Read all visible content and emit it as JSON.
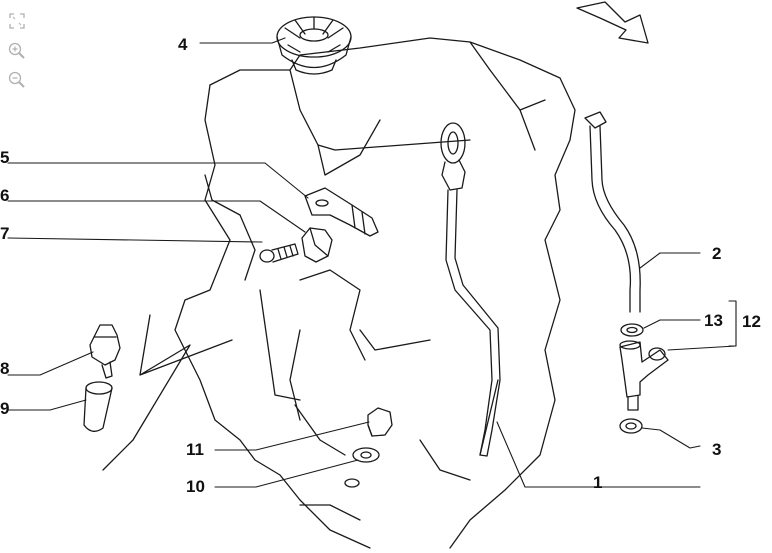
{
  "toolbar": {
    "fit_icon": "fit-to-screen-icon",
    "zoom_in_icon": "zoom-in-icon",
    "zoom_out_icon": "zoom-out-icon"
  },
  "callouts": [
    {
      "id": "c1",
      "label": "1"
    },
    {
      "id": "c2",
      "label": "2"
    },
    {
      "id": "c3",
      "label": "3"
    },
    {
      "id": "c4",
      "label": "4"
    },
    {
      "id": "c5",
      "label": "5"
    },
    {
      "id": "c6",
      "label": "6"
    },
    {
      "id": "c7",
      "label": "7"
    },
    {
      "id": "c8",
      "label": "8"
    },
    {
      "id": "c9",
      "label": "9"
    },
    {
      "id": "c10",
      "label": "10"
    },
    {
      "id": "c11",
      "label": "11"
    },
    {
      "id": "c12",
      "label": "12"
    },
    {
      "id": "c13",
      "label": "13"
    }
  ],
  "colors": {
    "line": "#1a1a1a",
    "background": "#ffffff",
    "toolbar_icon": "#b0b0b0"
  }
}
